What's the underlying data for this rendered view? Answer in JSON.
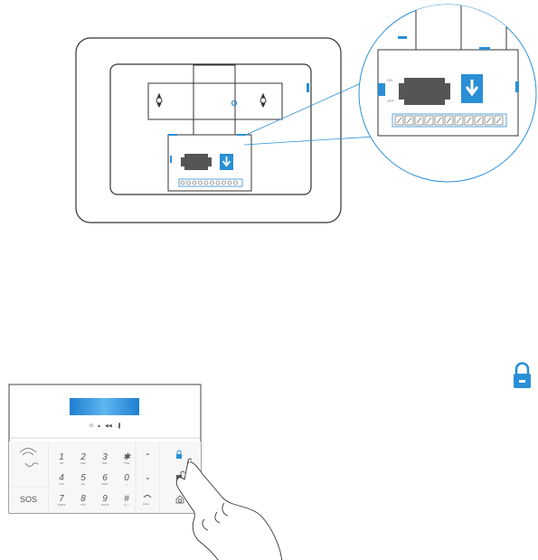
{
  "panel_back": {
    "callout_labels": {
      "upper": "ON",
      "lower": "OFF"
    }
  },
  "keypad": {
    "keys": [
      {
        "num": "1",
        "sub": "AB"
      },
      {
        "num": "2",
        "sub": "ABC"
      },
      {
        "num": "3",
        "sub": "DEF"
      },
      {
        "num": "✱",
        "sub": "*TFE"
      },
      {
        "num": "4",
        "sub": "GHI"
      },
      {
        "num": "5",
        "sub": "JKL"
      },
      {
        "num": "6",
        "sub": "MNO"
      },
      {
        "num": "0",
        "sub": "␣"
      },
      {
        "num": "7",
        "sub": "PQRS"
      },
      {
        "num": "8",
        "sub": "TUV"
      },
      {
        "num": "9",
        "sub": "WXYZ"
      },
      {
        "num": "#",
        "sub": "#_="
      }
    ],
    "sos_label": "SOS",
    "call_sub": "Enter"
  },
  "colors": {
    "accent": "#2a8fd6",
    "outline": "#444444",
    "keypad_bg": "#f7f7f7"
  }
}
